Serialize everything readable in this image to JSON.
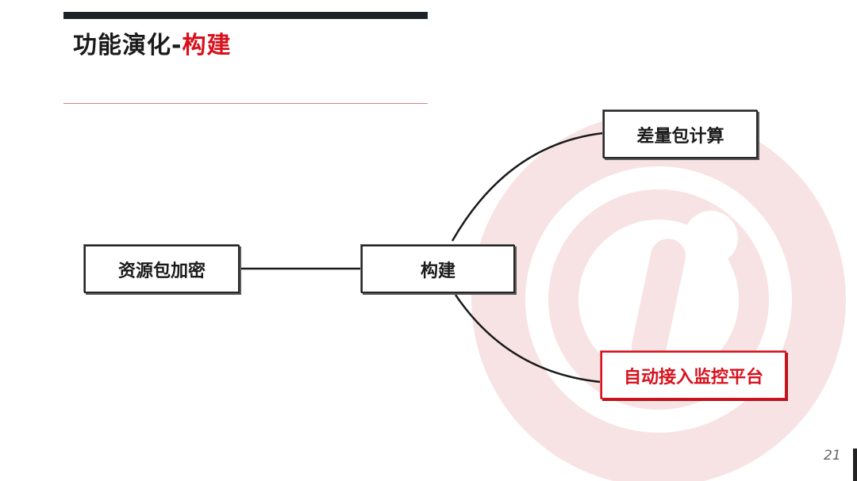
{
  "slide": {
    "title_main": "功能演化-",
    "title_accent": "构建",
    "page_number": "21"
  },
  "diagram": {
    "nodes": {
      "resource_encrypt": "资源包加密",
      "build": "构建",
      "diff_calc": "差量包计算",
      "auto_monitor": "自动接入监控平台"
    }
  },
  "colors": {
    "accent": "#d7111d",
    "dark": "#1c2227",
    "watermark": "#f7dfe0"
  }
}
